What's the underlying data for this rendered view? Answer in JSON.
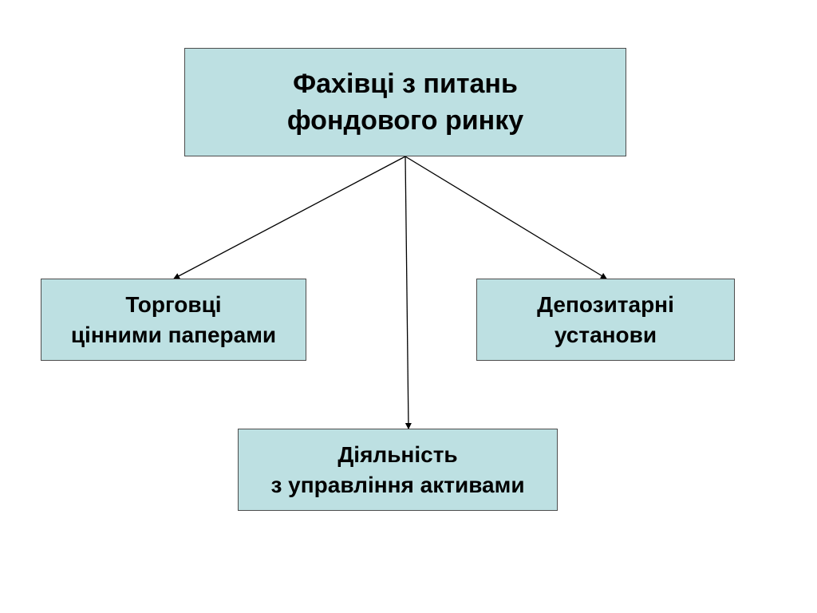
{
  "colors": {
    "box_fill": "#bde0e2",
    "box_border": "#4d4d4d",
    "connector": "#000000",
    "text": "#000000"
  },
  "diagram": {
    "root": {
      "lines": [
        "Фахівці з питань",
        "фондового ринку"
      ]
    },
    "children": [
      {
        "id": "traders",
        "lines": [
          "Торговці",
          "цінними паперами"
        ]
      },
      {
        "id": "asset-management",
        "lines": [
          "Діяльність",
          "з управління активами"
        ]
      },
      {
        "id": "depository",
        "lines": [
          "Депозитарні",
          "установи"
        ]
      }
    ]
  }
}
